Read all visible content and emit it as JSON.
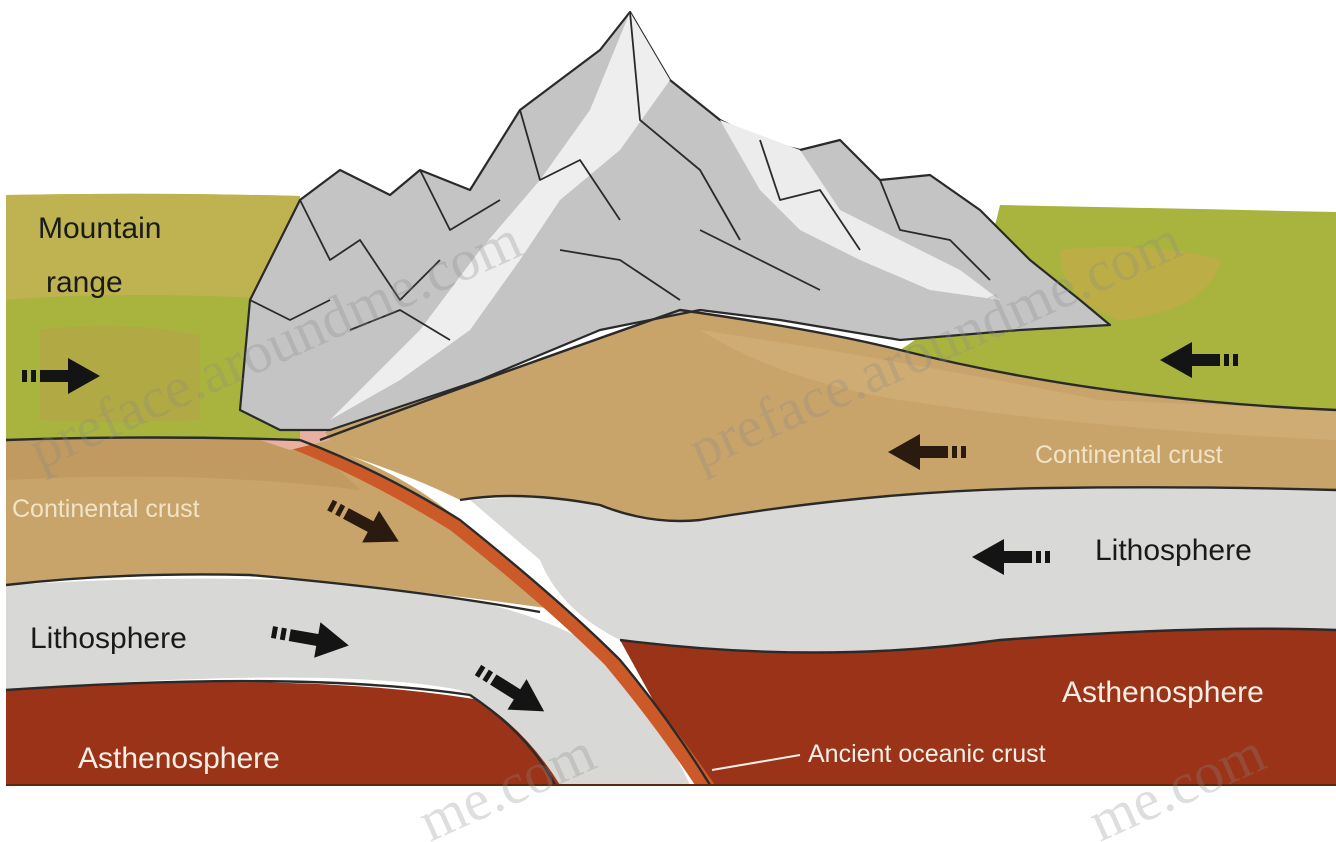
{
  "labels": {
    "mountain_line1": "Mountain",
    "mountain_line2": "range",
    "continental_crust_left": "Continental crust",
    "continental_crust_right": "Continental crust",
    "lithosphere_left": "Lithosphere",
    "lithosphere_right": "Lithosphere",
    "asthenosphere_left": "Asthenosphere",
    "asthenosphere_right": "Asthenosphere",
    "ancient_oceanic_crust": "Ancient oceanic crust"
  },
  "watermark": {
    "text": "preface.aroundme.com",
    "fragment": "me.com"
  },
  "colors": {
    "sky": "#ffffff",
    "continental_crust": "#c9a46a",
    "crust_shadow": "#b89257",
    "lithosphere": "#d8d8d6",
    "asthenosphere": "#9a3317",
    "oceanic_crust": "#cc5a28",
    "grass": "#a9b43e",
    "mountain_rock": "#c4c4c4",
    "mountain_snow": "#eeeeee",
    "arrow": "#141414"
  }
}
